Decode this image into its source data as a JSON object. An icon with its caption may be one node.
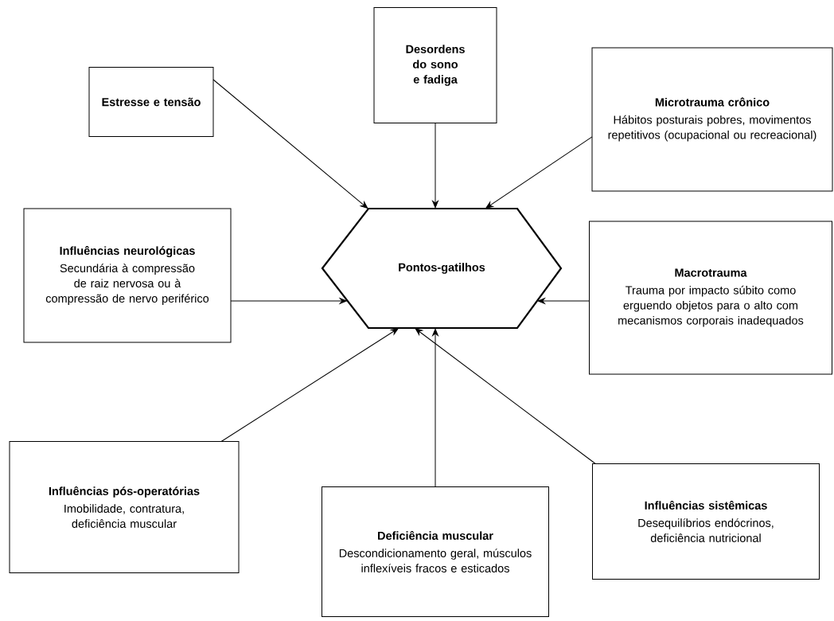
{
  "diagram": {
    "nodes": [
      {
        "text": [
          "Pontos-gatilhos"
        ]
      },
      {
        "text": [
          "Estresse e tensão"
        ]
      },
      {
        "text": [
          "Desordens do sono e fadiga"
        ]
      },
      {
        "text": [
          "Microtrauma crônico",
          "Hábitos posturais pobres, movimentos repetitivos (ocupacional ou recreacional)"
        ]
      },
      {
        "text": [
          "Influências neurológicas",
          "Secundária à compressão de raiz nervosa ou à compressão de nervo periférico"
        ]
      },
      {
        "text": [
          "Macrotrauma",
          "Trauma por impacto súbito como erguendo objetos para o alto com mecanismos corporais inadequados"
        ]
      },
      {
        "text": [
          "Influências pós-operatórias",
          "Imobilidade, contratura, deficiência muscular"
        ]
      },
      {
        "text": [
          "Deficiência muscular",
          "Descondicionamento geral, músculos inflexíveis fracos e esticados"
        ]
      },
      {
        "text": [
          "Influências sistêmicas",
          "Desequilíbrios endócrinos, deficiência nutricional"
        ]
      }
    ],
    "edges": [
      {
        "from": 1,
        "to": 0,
        "arrow": "to"
      },
      {
        "from": 2,
        "to": 0,
        "arrow": "to"
      },
      {
        "from": 3,
        "to": 0,
        "arrow": "to"
      },
      {
        "from": 4,
        "to": 0,
        "arrow": "to"
      },
      {
        "from": 5,
        "to": 0,
        "arrow": "to"
      },
      {
        "from": 6,
        "to": 0,
        "arrow": "to"
      },
      {
        "from": 7,
        "to": 0,
        "arrow": "to"
      },
      {
        "from": 8,
        "to": 0,
        "arrow": "to"
      }
    ]
  }
}
